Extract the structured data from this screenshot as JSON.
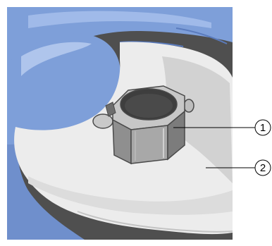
{
  "figure": {
    "colors": {
      "background": "#4f4f4f",
      "glove": "#7e9fd9",
      "glove_shadow": "#5a7bbd",
      "glove_highlight": "#b7cbef",
      "wipe": "#e9e9e9",
      "wipe_shadow": "#cfcfcf",
      "nut_face": "#a8a8a8",
      "nut_dark": "#6d6d6d",
      "nut_light": "#c9c9c9",
      "bore": "#3e3e3e"
    },
    "callouts": [
      {
        "label": "1",
        "target": "hex-fitting"
      },
      {
        "label": "2",
        "target": "lint-free-wipe"
      }
    ]
  }
}
